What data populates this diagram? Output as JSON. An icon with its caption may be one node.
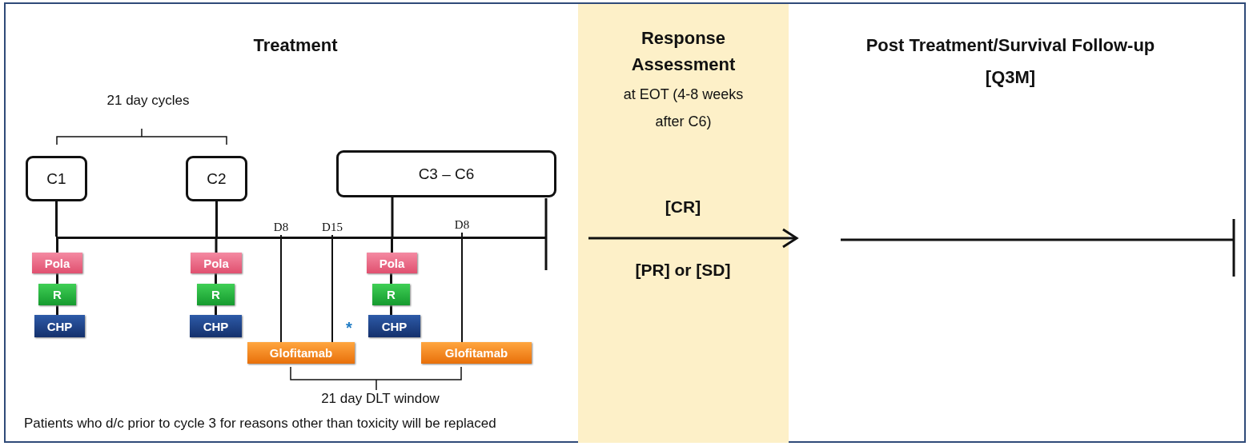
{
  "diagram": {
    "nodes": [
      {
        "text": [
          "C1"
        ]
      },
      {
        "text": [
          "C2"
        ]
      },
      {
        "text": [
          "C3 – C6"
        ]
      },
      {
        "text": [
          "Pola"
        ]
      },
      {
        "text": [
          "Pola"
        ]
      },
      {
        "text": [
          "Pola"
        ]
      },
      {
        "text": [
          "R"
        ]
      },
      {
        "text": [
          "R"
        ]
      },
      {
        "text": [
          "R"
        ]
      },
      {
        "text": [
          "CHP"
        ]
      },
      {
        "text": [
          "CHP"
        ]
      },
      {
        "text": [
          "CHP"
        ]
      },
      {
        "text": [
          "Glofitamab"
        ]
      },
      {
        "text": [
          "Glofitamab"
        ]
      },
      {
        "text": [
          "Response Assessment",
          "at EOT (4-8 weeks after C6)"
        ]
      },
      {
        "text": [
          "D8"
        ]
      },
      {
        "text": [
          "D15"
        ]
      },
      {
        "text": [
          "D8"
        ]
      },
      {
        "text": [],
        "shape": "bar"
      }
    ],
    "edges": [
      {
        "from": 0,
        "to": 18,
        "arrow": "none"
      },
      {
        "from": 18,
        "to": 3,
        "arrow": "none"
      },
      {
        "from": 3,
        "to": 6,
        "arrow": "none"
      },
      {
        "from": 6,
        "to": 9,
        "arrow": "none"
      },
      {
        "from": 1,
        "to": 18,
        "arrow": "none"
      },
      {
        "from": 18,
        "to": 4,
        "arrow": "none"
      },
      {
        "from": 4,
        "to": 7,
        "arrow": "none"
      },
      {
        "from": 7,
        "to": 10,
        "arrow": "none"
      },
      {
        "from": 2,
        "to": 18,
        "arrow": "none"
      },
      {
        "from": 18,
        "to": 5,
        "arrow": "none"
      },
      {
        "from": 5,
        "to": 8,
        "arrow": "none"
      },
      {
        "from": 8,
        "to": 11,
        "arrow": "none"
      },
      {
        "from": 15,
        "to": 12,
        "arrow": "none"
      },
      {
        "from": 16,
        "to": 12,
        "arrow": "none"
      },
      {
        "from": 17,
        "to": 13,
        "arrow": "none"
      }
    ],
    "labels": [
      "Treatment",
      "Post Treatment/Survival Follow-up",
      "[Q3M]",
      "21 day cycles",
      "[CR]",
      "[PR] or [SD]",
      "*",
      "21 day DLT window",
      "Patients who d/c prior to cycle 3 for reasons other than toxicity will be replaced"
    ]
  }
}
